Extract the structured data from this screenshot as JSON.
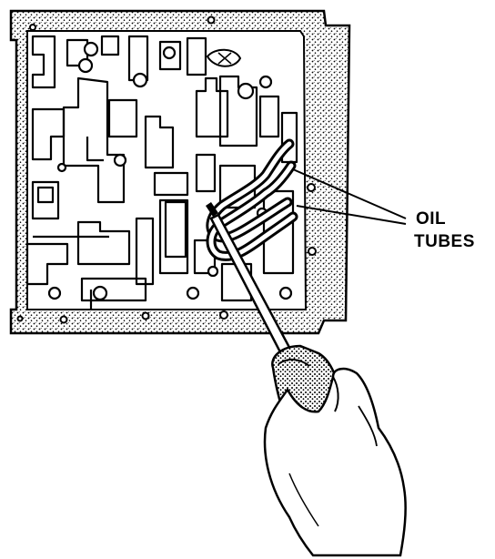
{
  "callout": {
    "line1": "OIL",
    "line2": "TUBES"
  },
  "colors": {
    "ink": "#000000",
    "paper": "#ffffff"
  },
  "icons": [
    "valve-body-plate",
    "oil-tubes",
    "screwdriver",
    "hand"
  ]
}
